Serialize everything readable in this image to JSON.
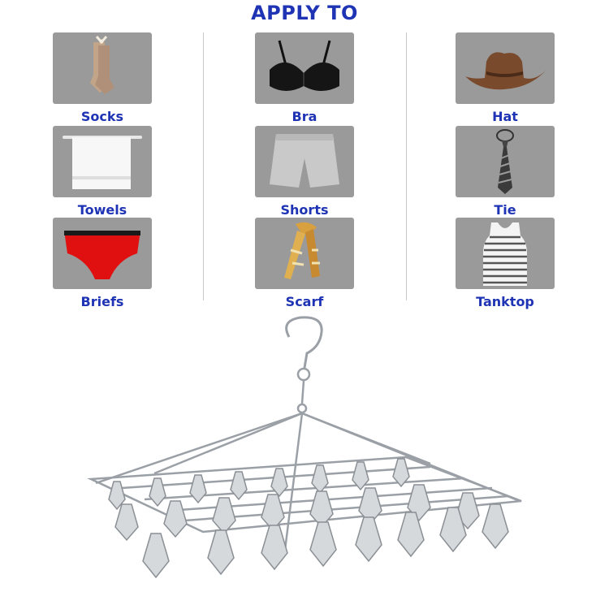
{
  "header": {
    "title": "APPLY TO"
  },
  "items": [
    {
      "label": "Socks",
      "icon": "socks-icon"
    },
    {
      "label": "Bra",
      "icon": "bra-icon"
    },
    {
      "label": "Hat",
      "icon": "cowboy-hat-icon"
    },
    {
      "label": "Towels",
      "icon": "towel-icon"
    },
    {
      "label": "Shorts",
      "icon": "shorts-icon"
    },
    {
      "label": "Tie",
      "icon": "necktie-icon"
    },
    {
      "label": "Briefs",
      "icon": "briefs-icon"
    },
    {
      "label": "Scarf",
      "icon": "scarf-icon"
    },
    {
      "label": "Tanktop",
      "icon": "tanktop-icon"
    }
  ],
  "colors": {
    "accent": "#1f34b4",
    "tile_bg": "#9a9a9a",
    "divider": "#c8c8c8"
  }
}
